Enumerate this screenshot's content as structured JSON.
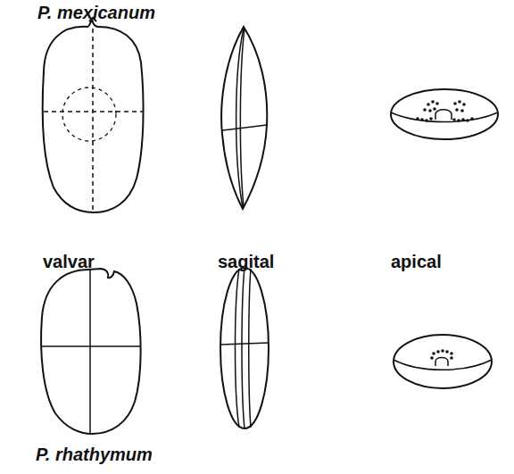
{
  "diagram": {
    "labels": [
      "P. mexicanum",
      "valvar",
      "sagital",
      "apical",
      "P. rhathymum"
    ]
  }
}
